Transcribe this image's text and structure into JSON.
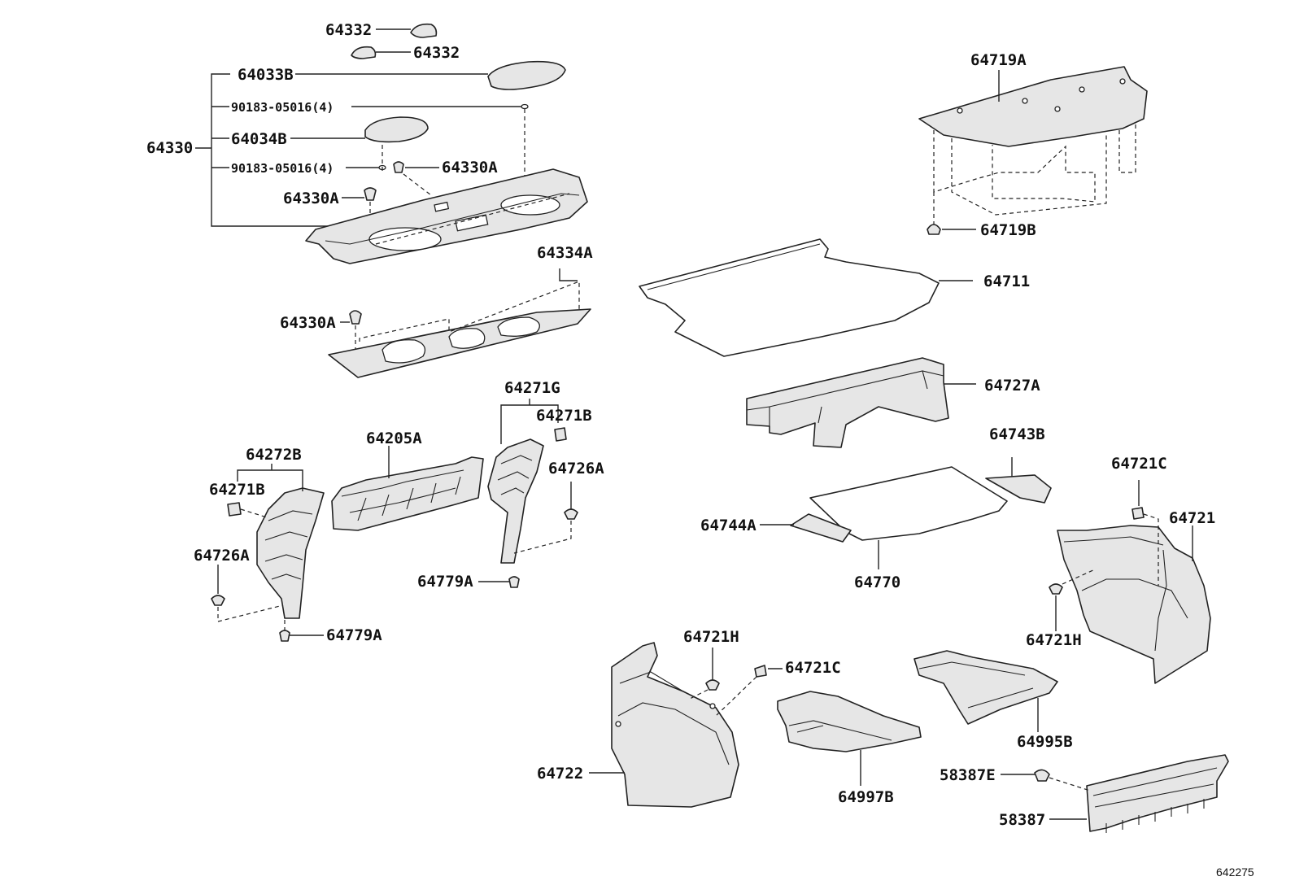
{
  "diagram_id": "642275",
  "labels": {
    "p64332_top": "64332",
    "p64332_mid": "64332",
    "p64033B": "64033B",
    "p90183_a": "90183-05016(4)",
    "p64330": "64330",
    "p64034B": "64034B",
    "p90183_b": "90183-05016(4)",
    "p64330A_a": "64330A",
    "p64330A_b": "64330A",
    "p64334A": "64334A",
    "p64330A_c": "64330A",
    "p64719A": "64719A",
    "p64719B": "64719B",
    "p64711": "64711",
    "p64727A": "64727A",
    "p64743B": "64743B",
    "p64744A": "64744A",
    "p64770": "64770",
    "p64721C_a": "64721C",
    "p64721": "64721",
    "p64721H_a": "64721H",
    "p64271G": "64271G",
    "p64271B_a": "64271B",
    "p64205A": "64205A",
    "p64272B": "64272B",
    "p64271B_b": "64271B",
    "p64726A_a": "64726A",
    "p64726A_b": "64726A",
    "p64779A_a": "64779A",
    "p64779A_b": "64779A",
    "p64721H_b": "64721H",
    "p64721C_b": "64721C",
    "p64722": "64722",
    "p64997B": "64997B",
    "p64995B": "64995B",
    "p58387E": "58387E",
    "p58387": "58387"
  }
}
